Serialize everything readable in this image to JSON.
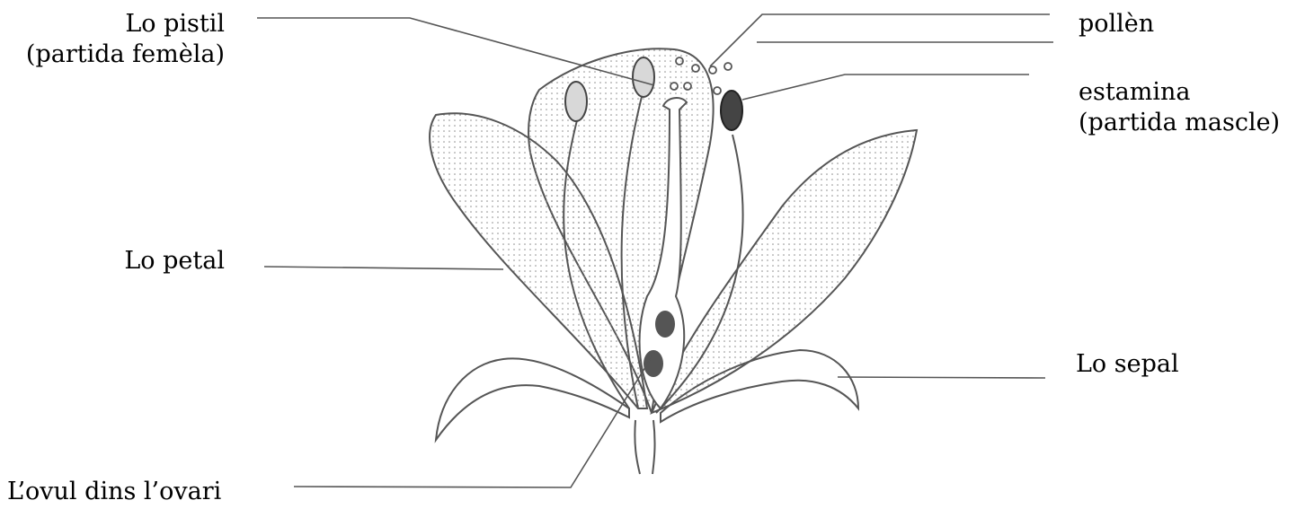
{
  "labels": {
    "pistil": {
      "line1": "Lo pistil",
      "line2": "(partida femèla)"
    },
    "pollen": "pollèn",
    "stamen": {
      "line1": "estamina",
      "line2": "(partida mascle)"
    },
    "petal": "Lo petal",
    "sepal": "Lo sepal",
    "ovule": "L’ovul dins l’ovari"
  }
}
